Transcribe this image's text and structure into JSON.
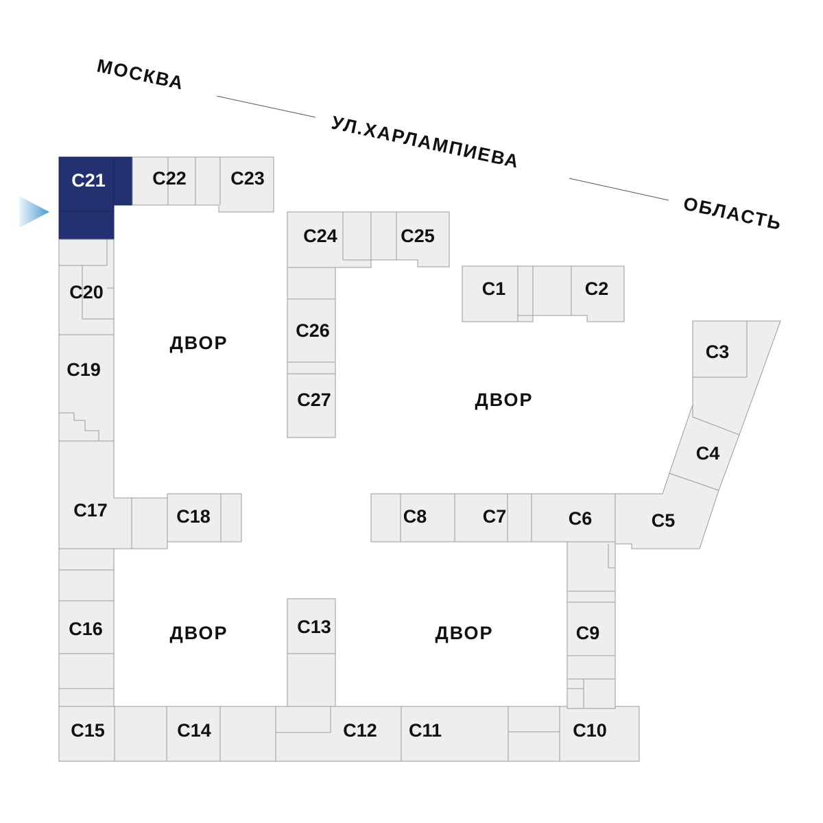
{
  "street": {
    "part1": "МОСКВА",
    "part2": "УЛ.ХАРЛАМПИЕВА",
    "part3": "ОБЛАСТЬ"
  },
  "courtyards": [
    "ДВОР",
    "ДВОР",
    "ДВОР",
    "ДВОР"
  ],
  "selected_section": "С21",
  "colors": {
    "selected": "#233170",
    "building": "#eeeeee",
    "outline": "#9a9a9a",
    "pointer": "#5aa8d8"
  },
  "sections": {
    "s1": "С1",
    "s2": "С2",
    "s3": "С3",
    "s4": "С4",
    "s5": "С5",
    "s6": "С6",
    "s7": "С7",
    "s8": "С8",
    "s9": "С9",
    "s10": "С10",
    "s11": "С11",
    "s12": "С12",
    "s13": "С13",
    "s14": "С14",
    "s15": "С15",
    "s16": "С16",
    "s17": "С17",
    "s18": "С18",
    "s19": "С19",
    "s20": "С20",
    "s21": "С21",
    "s22": "С22",
    "s23": "С23",
    "s24": "С24",
    "s25": "С25",
    "s26": "С26",
    "s27": "С27"
  }
}
